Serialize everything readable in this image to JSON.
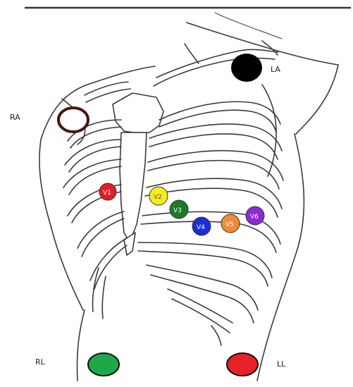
{
  "electrodes": {
    "limb": [
      {
        "label": "RA",
        "color": "#ffffff"
      },
      {
        "label": "LA",
        "color": "#000000"
      },
      {
        "label": "RL",
        "color": "#1fa84a"
      },
      {
        "label": "LL",
        "color": "#e8202a"
      }
    ],
    "chest": [
      {
        "label": "V1",
        "color": "#e21f26"
      },
      {
        "label": "V2",
        "color": "#f5ec1f"
      },
      {
        "label": "V3",
        "color": "#1c7a2a"
      },
      {
        "label": "V4",
        "color": "#1b2fd3"
      },
      {
        "label": "V5",
        "color": "#f08a38"
      },
      {
        "label": "V6",
        "color": "#8a2ad6"
      }
    ]
  }
}
